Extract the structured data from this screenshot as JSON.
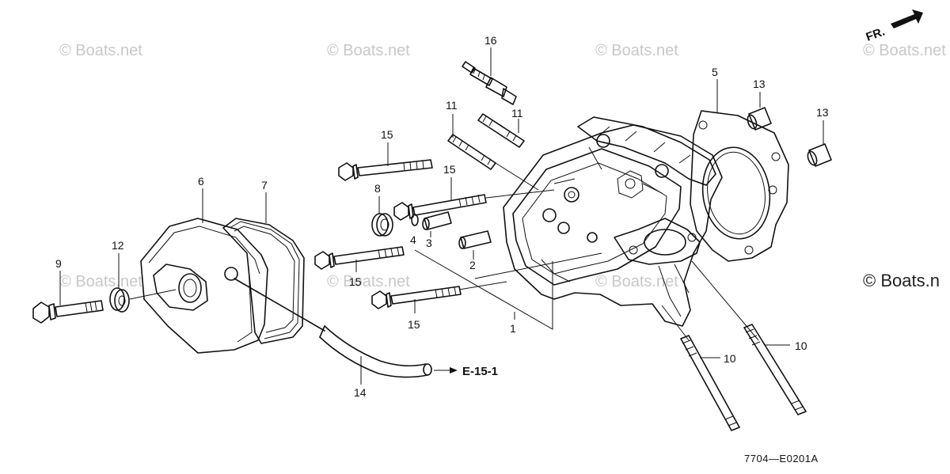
{
  "watermarks": [
    "© Boats.net",
    "© Boats.net",
    "© Boats.net",
    "© Boats.n",
    "© Boats.net",
    "© Boats.net",
    "© Boats.net",
    "© Boats.net"
  ],
  "front_marker": "FR.",
  "reference_code": "7704—E0201A",
  "reference_arrow_label": "E-15-1",
  "callouts": {
    "c1": "1",
    "c2": "2",
    "c3": "3",
    "c4": "4",
    "c5": "5",
    "c6": "6",
    "c7": "7",
    "c8": "8",
    "c9": "9",
    "c10a": "10",
    "c10b": "10",
    "c11a": "11",
    "c11b": "11",
    "c12": "12",
    "c13a": "13",
    "c13b": "13",
    "c14": "14",
    "c15a": "15",
    "c15b": "15",
    "c15c": "15",
    "c15d": "15",
    "c16": "16"
  }
}
